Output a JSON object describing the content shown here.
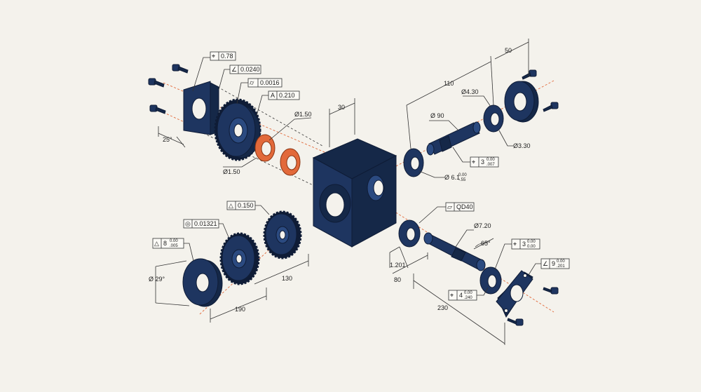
{
  "colors": {
    "background": "#f4f2ec",
    "part_body": "#1e3560",
    "bearing_highlight": "#e2693a",
    "centerline": "#e2693a",
    "annotation_line": "#333333"
  },
  "fcf": {
    "position_078": {
      "symbol": "⌖",
      "value": "0.78"
    },
    "angularity_00240": {
      "symbol": "∠",
      "value": "0.0240"
    },
    "cylindricity_00016": {
      "symbol": "⌭",
      "value": "0.0016"
    },
    "datum_a_0210": {
      "symbol": "A",
      "value": "0.210"
    },
    "flatness_0150": {
      "symbol": "△",
      "value": "0.150"
    },
    "circularity_001321": {
      "symbol": "◎",
      "value": "0.01321"
    },
    "profile_8": {
      "symbol": "△",
      "value": "8",
      "upper": "0.00",
      "lower": ".005"
    },
    "flatness_qd40": {
      "symbol": "▱",
      "value": "QD40"
    },
    "position_3_top": {
      "symbol": "⌖",
      "value": "3",
      "upper": "0.00",
      "lower": ".007"
    },
    "position_3_mid": {
      "symbol": "⌖",
      "value": "3",
      "upper": "0.00",
      "lower": "0.00"
    },
    "position_4": {
      "symbol": "⌖",
      "value": "4",
      "upper": "0.00",
      "lower": ".240"
    },
    "angularity_9": {
      "symbol": "∠",
      "value": "9",
      "upper": "0.00",
      "lower": ".201"
    }
  },
  "dims": {
    "top_50": "50",
    "top_110": "110",
    "top_30": "30",
    "dia_430": "Ø4.30",
    "dia_90": "Ø 90",
    "dia_330": "Ø3.30",
    "dia_150_upper": "Ø1.50",
    "dia_150_lower": "Ø1.50",
    "angle_25": "25°",
    "dia_61": "Ø 6.1",
    "dia_61_upper": "0.00",
    "dia_61_lower": "-.55",
    "dia_720": "Ø7.20",
    "angle_65": "65°",
    "len_1201": "1.201",
    "len_80": "80",
    "len_230": "230",
    "len_130": "130",
    "len_190": "190",
    "dia_29": "Ø 29°"
  }
}
